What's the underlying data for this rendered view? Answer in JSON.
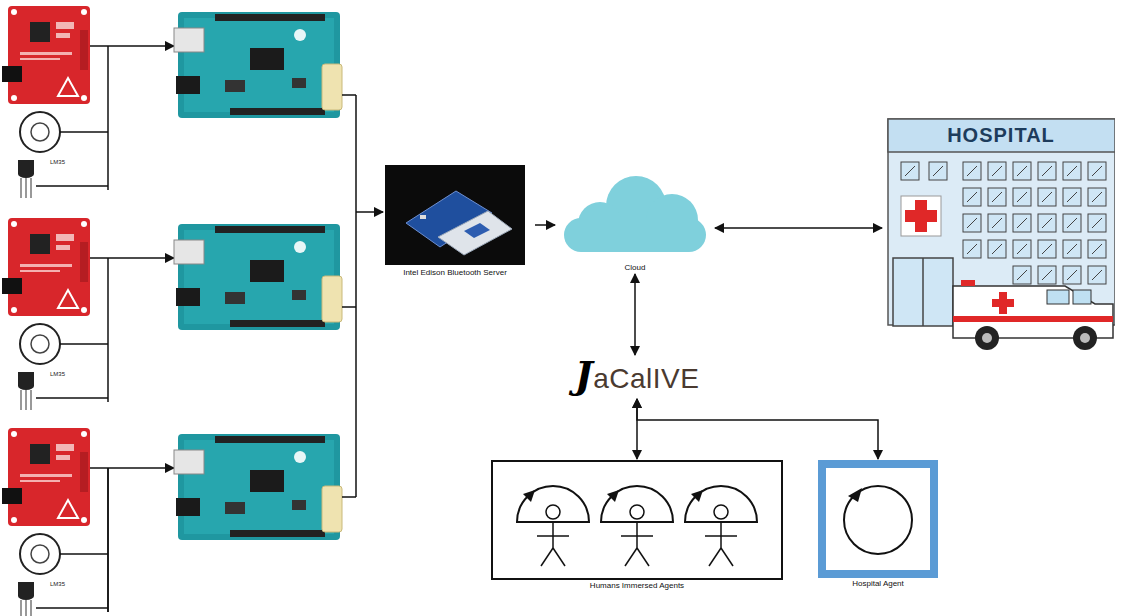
{
  "diagram": {
    "nodes": [
      {
        "text": [
          "Intel Edison Bluetooth Server"
        ]
      },
      {
        "text": [
          "Cloud"
        ]
      },
      {
        "text": [
          "HOSPITAL"
        ]
      },
      {
        "text": [
          "JaCalIVE"
        ]
      },
      {
        "text": [
          "Humans Immersed Agents"
        ]
      },
      {
        "text": [
          "Hospital Agent"
        ]
      }
    ],
    "edges": [
      {
        "from": 0,
        "to": 1,
        "arrow": "to"
      },
      {
        "from": 1,
        "to": 2,
        "arrow": "both"
      },
      {
        "from": 1,
        "to": 3,
        "arrow": "both"
      },
      {
        "from": 3,
        "to": 4,
        "arrow": "both"
      },
      {
        "from": 3,
        "to": 5,
        "arrow": "both"
      }
    ],
    "labels": [
      "LM35",
      "LM35",
      "LM35"
    ]
  }
}
